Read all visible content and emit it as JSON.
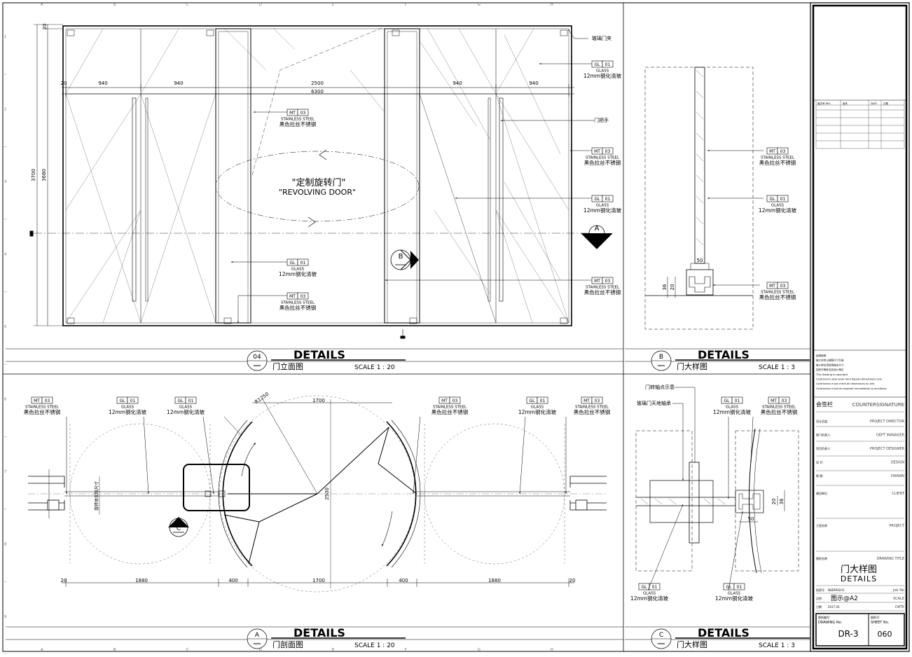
{
  "revolving_label_cn": "\"定制旋转门\"",
  "revolving_label_en": "\"REVOLVING DOOR\"",
  "titles": {
    "p04": {
      "num": "04",
      "word": "DETAILS",
      "cn": "门立面图",
      "scale": "SCALE  1 : 20"
    },
    "pB": {
      "num": "B",
      "word": "DETAILS",
      "cn": "门大样图",
      "scale": "SCALE  1 : 3"
    },
    "pA": {
      "num": "A",
      "word": "DETAILS",
      "cn": "门剖面图",
      "scale": "SCALE  1 : 20"
    },
    "pC": {
      "num": "C",
      "word": "DETAILS",
      "cn": "门大样图",
      "scale": "SCALE  1 : 3"
    }
  },
  "tags": {
    "gl": {
      "code": "GL",
      "no": "01",
      "en": "GLASS",
      "cn": "12mm钢化清玻"
    },
    "mt": {
      "code": "MT",
      "no": "03",
      "en": "STAINLESS  STEEL",
      "cn": "黑色拉丝不锈钢"
    }
  },
  "notes": {
    "glass_clip": "玻璃门夹",
    "door_handle": "门把手",
    "pivot_note": "门转轴点示意",
    "floor_spring": "玻璃门天地轴承",
    "rotation_radius": "旋转体实际尺寸"
  },
  "dims": {
    "d940": "940",
    "d2500": "2500",
    "d6300": "6300",
    "d20": "20",
    "d3700": "3700",
    "d3680": "3680",
    "d1700": "1700",
    "d1880": "1880",
    "d400": "400",
    "d50": "50",
    "d36": "36",
    "dR": "R1250"
  },
  "markers": {
    "A": "A",
    "B": "B",
    "C": "C"
  },
  "title_block": {
    "rev_headers": [
      "版次号 REV",
      "版本",
      "DATE",
      "日期"
    ],
    "notes_lines": [
      "說明與明",
      "施工时所以按照尺寸为准",
      "施工单位须现场核实尺寸",
      "如有不明处应向设计单位",
      "This drawing is copyright",
      "Contractors  shall  work  from  figured  dimensions  only",
      "Contractors  must  check  all  dimensions  on  site",
      "Contractors  must  be  reported  immediately  to  architects"
    ],
    "countersign_cn": "会签栏",
    "countersign_en": "COUNTERSIGNATURE",
    "roles": [
      {
        "cn": "设计总监:",
        "en": "PROJECT DIRECTOR"
      },
      {
        "cn": "部门负责人:",
        "en": "DEPT MANAGER"
      },
      {
        "cn": "项目负责人:",
        "en": "PROJECT DESIGNER"
      },
      {
        "cn": "设  计:",
        "en": "DESIGN"
      },
      {
        "cn": "制  图:",
        "en": "DRAWN"
      }
    ],
    "client_cn": "建设单位",
    "client_en": "CLIENT",
    "project_cn": "工程名称",
    "project_en": "PROJECT",
    "drawing_title_cn_label": "图纸名称",
    "drawing_title_en": "DRAWING TITLE",
    "drawing_title_cn": "门大样图",
    "drawing_title_en2": "DETAILS",
    "job_label": "档案号",
    "job_no": "NSDFA0231",
    "job_en": "Job No",
    "scale_label": "比例",
    "scale_value": "图示@A2",
    "scale_en": "SCALE",
    "date_label": "日期",
    "date_value": "2017.03",
    "date_en": "DATE",
    "drawing_no_cn": "图纸编号:",
    "drawing_no_en": "DRAWING No.",
    "sheet_no_cn": "图纸号:",
    "sheet_no_en": "SHEET No.",
    "drawing_no": "DR-3",
    "sheet_no": "060"
  },
  "grid": {
    "top": [
      "A",
      "B",
      "C",
      "D",
      "E",
      "F",
      "G",
      "H"
    ],
    "left": [
      "1",
      "2",
      "3",
      "4",
      "5",
      "6",
      "7",
      "8",
      "9"
    ]
  }
}
